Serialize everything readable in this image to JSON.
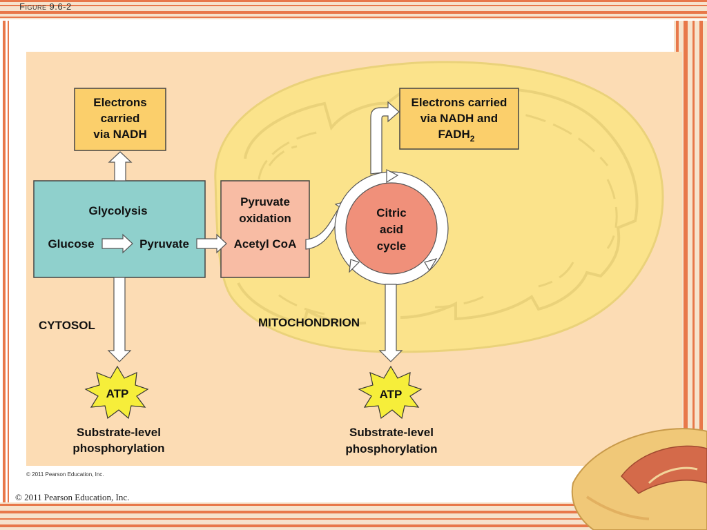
{
  "slide": {
    "figure_label": "Figure 9.6-2",
    "copyright": "© 2011 Pearson Education, Inc."
  },
  "diagram": {
    "nadh_box": [
      "Electrons",
      "carried",
      "via NADH"
    ],
    "nadh_fadh_box": {
      "line1": "Electrons carried",
      "line2": "via NADH and",
      "line3_main": "FADH",
      "line3_sub": "2"
    },
    "glycolysis": {
      "title": "Glycolysis",
      "input": "Glucose",
      "output": "Pyruvate"
    },
    "pyruvate_oxidation": {
      "title": [
        "Pyruvate",
        "oxidation"
      ],
      "output": "Acetyl CoA"
    },
    "citric_acid_cycle": [
      "Citric",
      "acid",
      "cycle"
    ],
    "cytosol_label": "CYTOSOL",
    "mitochondrion_label": "MITOCHONDRION",
    "atp_left": "ATP",
    "atp_right": "ATP",
    "substrate_left": [
      "Substrate-level",
      "phosphorylation"
    ],
    "substrate_right": [
      "Substrate-level",
      "phosphorylation"
    ],
    "inner_copyright": "© 2011 Pearson Education, Inc."
  },
  "colors": {
    "background_panel": "#fcdcb4",
    "mitochondrion": "#fbe38b",
    "electron_box": "#fbcf6b",
    "glycolysis_box": "#8fd0cc",
    "pyruvate_box": "#f8bca4",
    "citric_circle": "#f0907a",
    "atp_burst": "#f6ee3a",
    "stripe_orange": "#e8784a"
  }
}
